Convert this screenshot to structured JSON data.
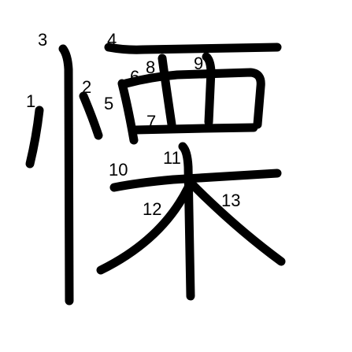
{
  "diagram": {
    "character": "慄",
    "ink_color": "#000000",
    "background_color": "#ffffff",
    "strokes": [
      {
        "order": 1,
        "label": "1"
      },
      {
        "order": 2,
        "label": "2"
      },
      {
        "order": 3,
        "label": "3"
      },
      {
        "order": 4,
        "label": "4"
      },
      {
        "order": 5,
        "label": "5"
      },
      {
        "order": 6,
        "label": "6"
      },
      {
        "order": 7,
        "label": "7"
      },
      {
        "order": 8,
        "label": "8"
      },
      {
        "order": 9,
        "label": "9"
      },
      {
        "order": 10,
        "label": "10"
      },
      {
        "order": 11,
        "label": "11"
      },
      {
        "order": 12,
        "label": "12"
      },
      {
        "order": 13,
        "label": "13"
      }
    ]
  }
}
